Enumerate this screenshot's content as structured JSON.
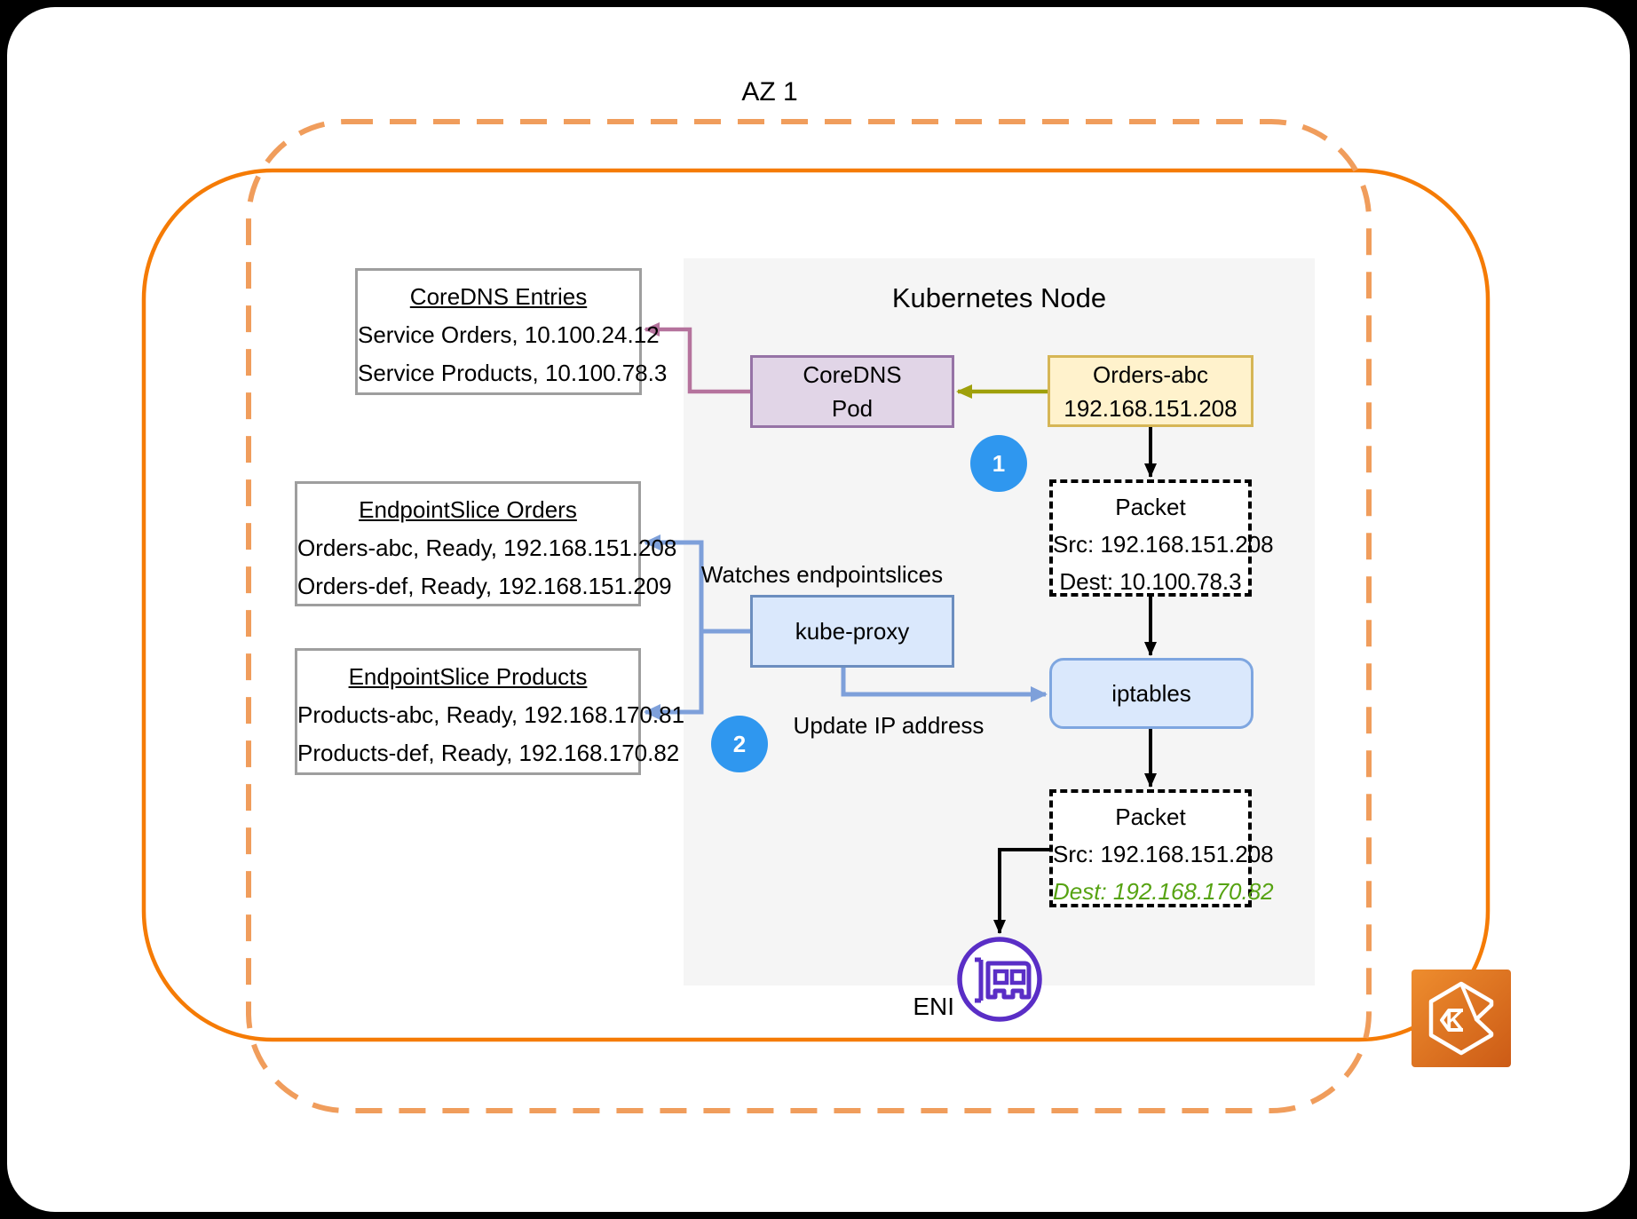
{
  "labels": {
    "az": "AZ 1",
    "node_title": "Kubernetes Node",
    "watches": "Watches endpointslices",
    "update_ip": "Update IP address",
    "eni": "ENI"
  },
  "badges": {
    "one": "1",
    "two": "2"
  },
  "boxes": {
    "coredns_entries": {
      "title": "CoreDNS Entries",
      "lines": [
        "Service Orders, 10.100.24.12",
        "Service Products, 10.100.78.3"
      ]
    },
    "coredns_pod": {
      "lines": [
        "CoreDNS",
        "Pod"
      ]
    },
    "orders_abc": {
      "lines": [
        "Orders-abc",
        "192.168.151.208"
      ]
    },
    "packet_before": {
      "title": "Packet",
      "src": "Src: 192.168.151.208",
      "dest": "Dest: 10.100.78.3"
    },
    "endpointslice_orders": {
      "title": "EndpointSlice Orders",
      "lines": [
        "Orders-abc, Ready, 192.168.151.208",
        "Orders-def, Ready, 192.168.151.209"
      ]
    },
    "kube_proxy": {
      "label": "kube-proxy"
    },
    "endpointslice_products": {
      "title": "EndpointSlice Products",
      "lines": [
        "Products-abc, Ready, 192.168.170.81",
        "Products-def, Ready, 192.168.170.82"
      ]
    },
    "iptables": {
      "label": "iptables"
    },
    "packet_after": {
      "title": "Packet",
      "src": "Src: 192.168.151.208",
      "dest": "Dest: 192.168.170.82"
    }
  },
  "icons": {
    "eks_letter": "K",
    "eni_icon": "network-interface-icon",
    "eks_icon": "eks-kubernetes-icon"
  },
  "colors": {
    "az_dashed_border": "#f09d5c",
    "vpc_solid_border": "#f57b05",
    "node_panel_bg": "#f5f5f5",
    "pod_fill": "#e1d5e7",
    "pod_border": "#9673a6",
    "orders_fill": "#fff2cc",
    "orders_border": "#d6b656",
    "proxy_fill": "#dae8fc",
    "proxy_border": "#6c8ebf",
    "iptables_fill": "#dae8fc",
    "iptables_border": "#7ea6e0",
    "badge_blue": "#2f97ef",
    "arrow_purple": "#b5739d",
    "arrow_olive": "#9fa00b",
    "arrow_blue": "#7ea0da",
    "arrow_black": "#000000",
    "dest_green": "#56a312",
    "eni_purple": "#5a2ec6"
  }
}
